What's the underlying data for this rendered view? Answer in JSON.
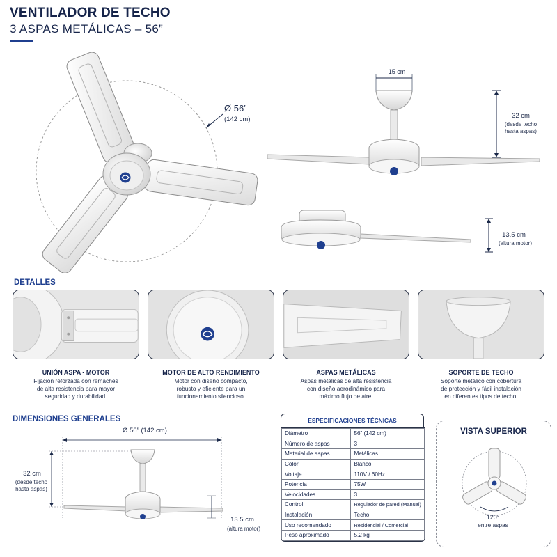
{
  "header": {
    "title": "VENTILADOR DE TECHO",
    "subtitle": "3 ASPAS METÁLICAS – 56”"
  },
  "hero": {
    "diameter": "Ø 56”",
    "diameter_cm": "(142 cm)"
  },
  "side_view": {
    "mount_width": "15 cm",
    "height_value": "32 cm",
    "height_note_1": "(desde techo",
    "height_note_2": "hasta aspas)",
    "motor_height": "13.5 cm",
    "motor_note": "(altura motor)"
  },
  "details": {
    "title": "DETALLES",
    "items": [
      {
        "title": "UNIÓN ASPA - MOTOR",
        "desc": [
          "Fijación reforzada con remaches",
          "de alta resistencia para mayor",
          "seguridad y durabilidad."
        ]
      },
      {
        "title": "MOTOR DE ALTO RENDIMIENTO",
        "desc": [
          "Motor con diseño compacto,",
          "robusto y eficiente para un",
          "funcionamiento silencioso."
        ]
      },
      {
        "title": "ASPAS METÁLICAS",
        "desc": [
          "Aspas metálicas de alta resistencia",
          "con diseño aerodinámico para",
          "máximo flujo de aire."
        ]
      },
      {
        "title": "SOPORTE DE TECHO",
        "desc": [
          "Soporte metálico con cobertura",
          "de protección y fácil instalación",
          "en diferentes tipos de techo."
        ]
      }
    ]
  },
  "dimensions": {
    "title": "DIMENSIONES GENERALES",
    "diameter": "Ø 56” (142 cm)",
    "height_value": "32 cm",
    "height_note_1": "(desde techo",
    "height_note_2": "hasta aspas)",
    "motor_height": "13.5 cm",
    "motor_note": "(altura motor)"
  },
  "specs": {
    "title": "ESPECIFICACIONES TÉCNICAS",
    "rows": [
      [
        "Diámetro",
        "56” (142 cm)"
      ],
      [
        "Número de aspas",
        "3"
      ],
      [
        "Material de aspas",
        "Metálicas"
      ],
      [
        "Color",
        "Blanco"
      ],
      [
        "Voltaje",
        "110V / 60Hz"
      ],
      [
        "Potencia",
        "75W"
      ],
      [
        "Velocidades",
        "3"
      ],
      [
        "Control",
        "Regulador de pared (Manual)"
      ],
      [
        "Instalación",
        "Techo"
      ],
      [
        "Uso recomendado",
        "Residencial / Comercial"
      ],
      [
        "Peso aproximado",
        "5.2 kg"
      ]
    ]
  },
  "top_view": {
    "title": "VISTA SUPERIOR",
    "angle": "120°",
    "angle_note": "entre aspas"
  },
  "colors": {
    "navy": "#16244a",
    "accent_blue": "#1f3f8f",
    "fan_white": "#f4f4f4"
  }
}
